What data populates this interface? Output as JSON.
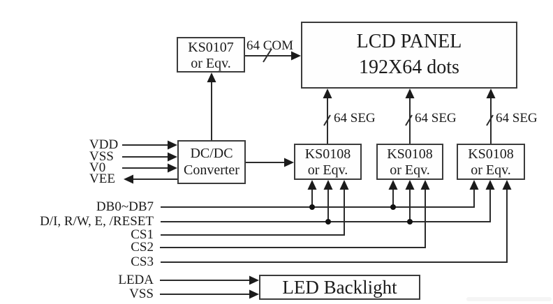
{
  "meta": {
    "type": "block-diagram",
    "subject": "192x64 graphic LCD module block diagram"
  },
  "colors": {
    "background": "#ffffff",
    "line": "#2b2b2b",
    "box_border": "#3b3b3b",
    "text": "#1b1b1b"
  },
  "blocks": {
    "ks0107": {
      "line1": "KS0107",
      "line2": "or Eqv."
    },
    "lcd_panel": {
      "line1": "LCD PANEL",
      "line2": "192X64 dots"
    },
    "dcdc_converter": {
      "line1": "DC/DC",
      "line2": "Converter"
    },
    "ks0108_drivers": [
      {
        "line1": "KS0108",
        "line2": "or Eqv."
      },
      {
        "line1": "KS0108",
        "line2": "or Eqv."
      },
      {
        "line1": "KS0108",
        "line2": "or Eqv."
      }
    ],
    "led_backlight": {
      "label": "LED Backlight"
    }
  },
  "bus_labels": {
    "com": "64 COM",
    "seg": [
      "64 SEG",
      "64 SEG",
      "64 SEG"
    ]
  },
  "signal_labels": {
    "power_inputs": [
      "VDD",
      "VSS",
      "V0",
      "VEE"
    ],
    "data_bus": "DB0~DB7",
    "control_bus": "D/I, R/W, E, /RESET",
    "chip_selects": [
      "CS1",
      "CS2",
      "CS3"
    ],
    "backlight_inputs": [
      "LEDA",
      "VSS"
    ]
  }
}
